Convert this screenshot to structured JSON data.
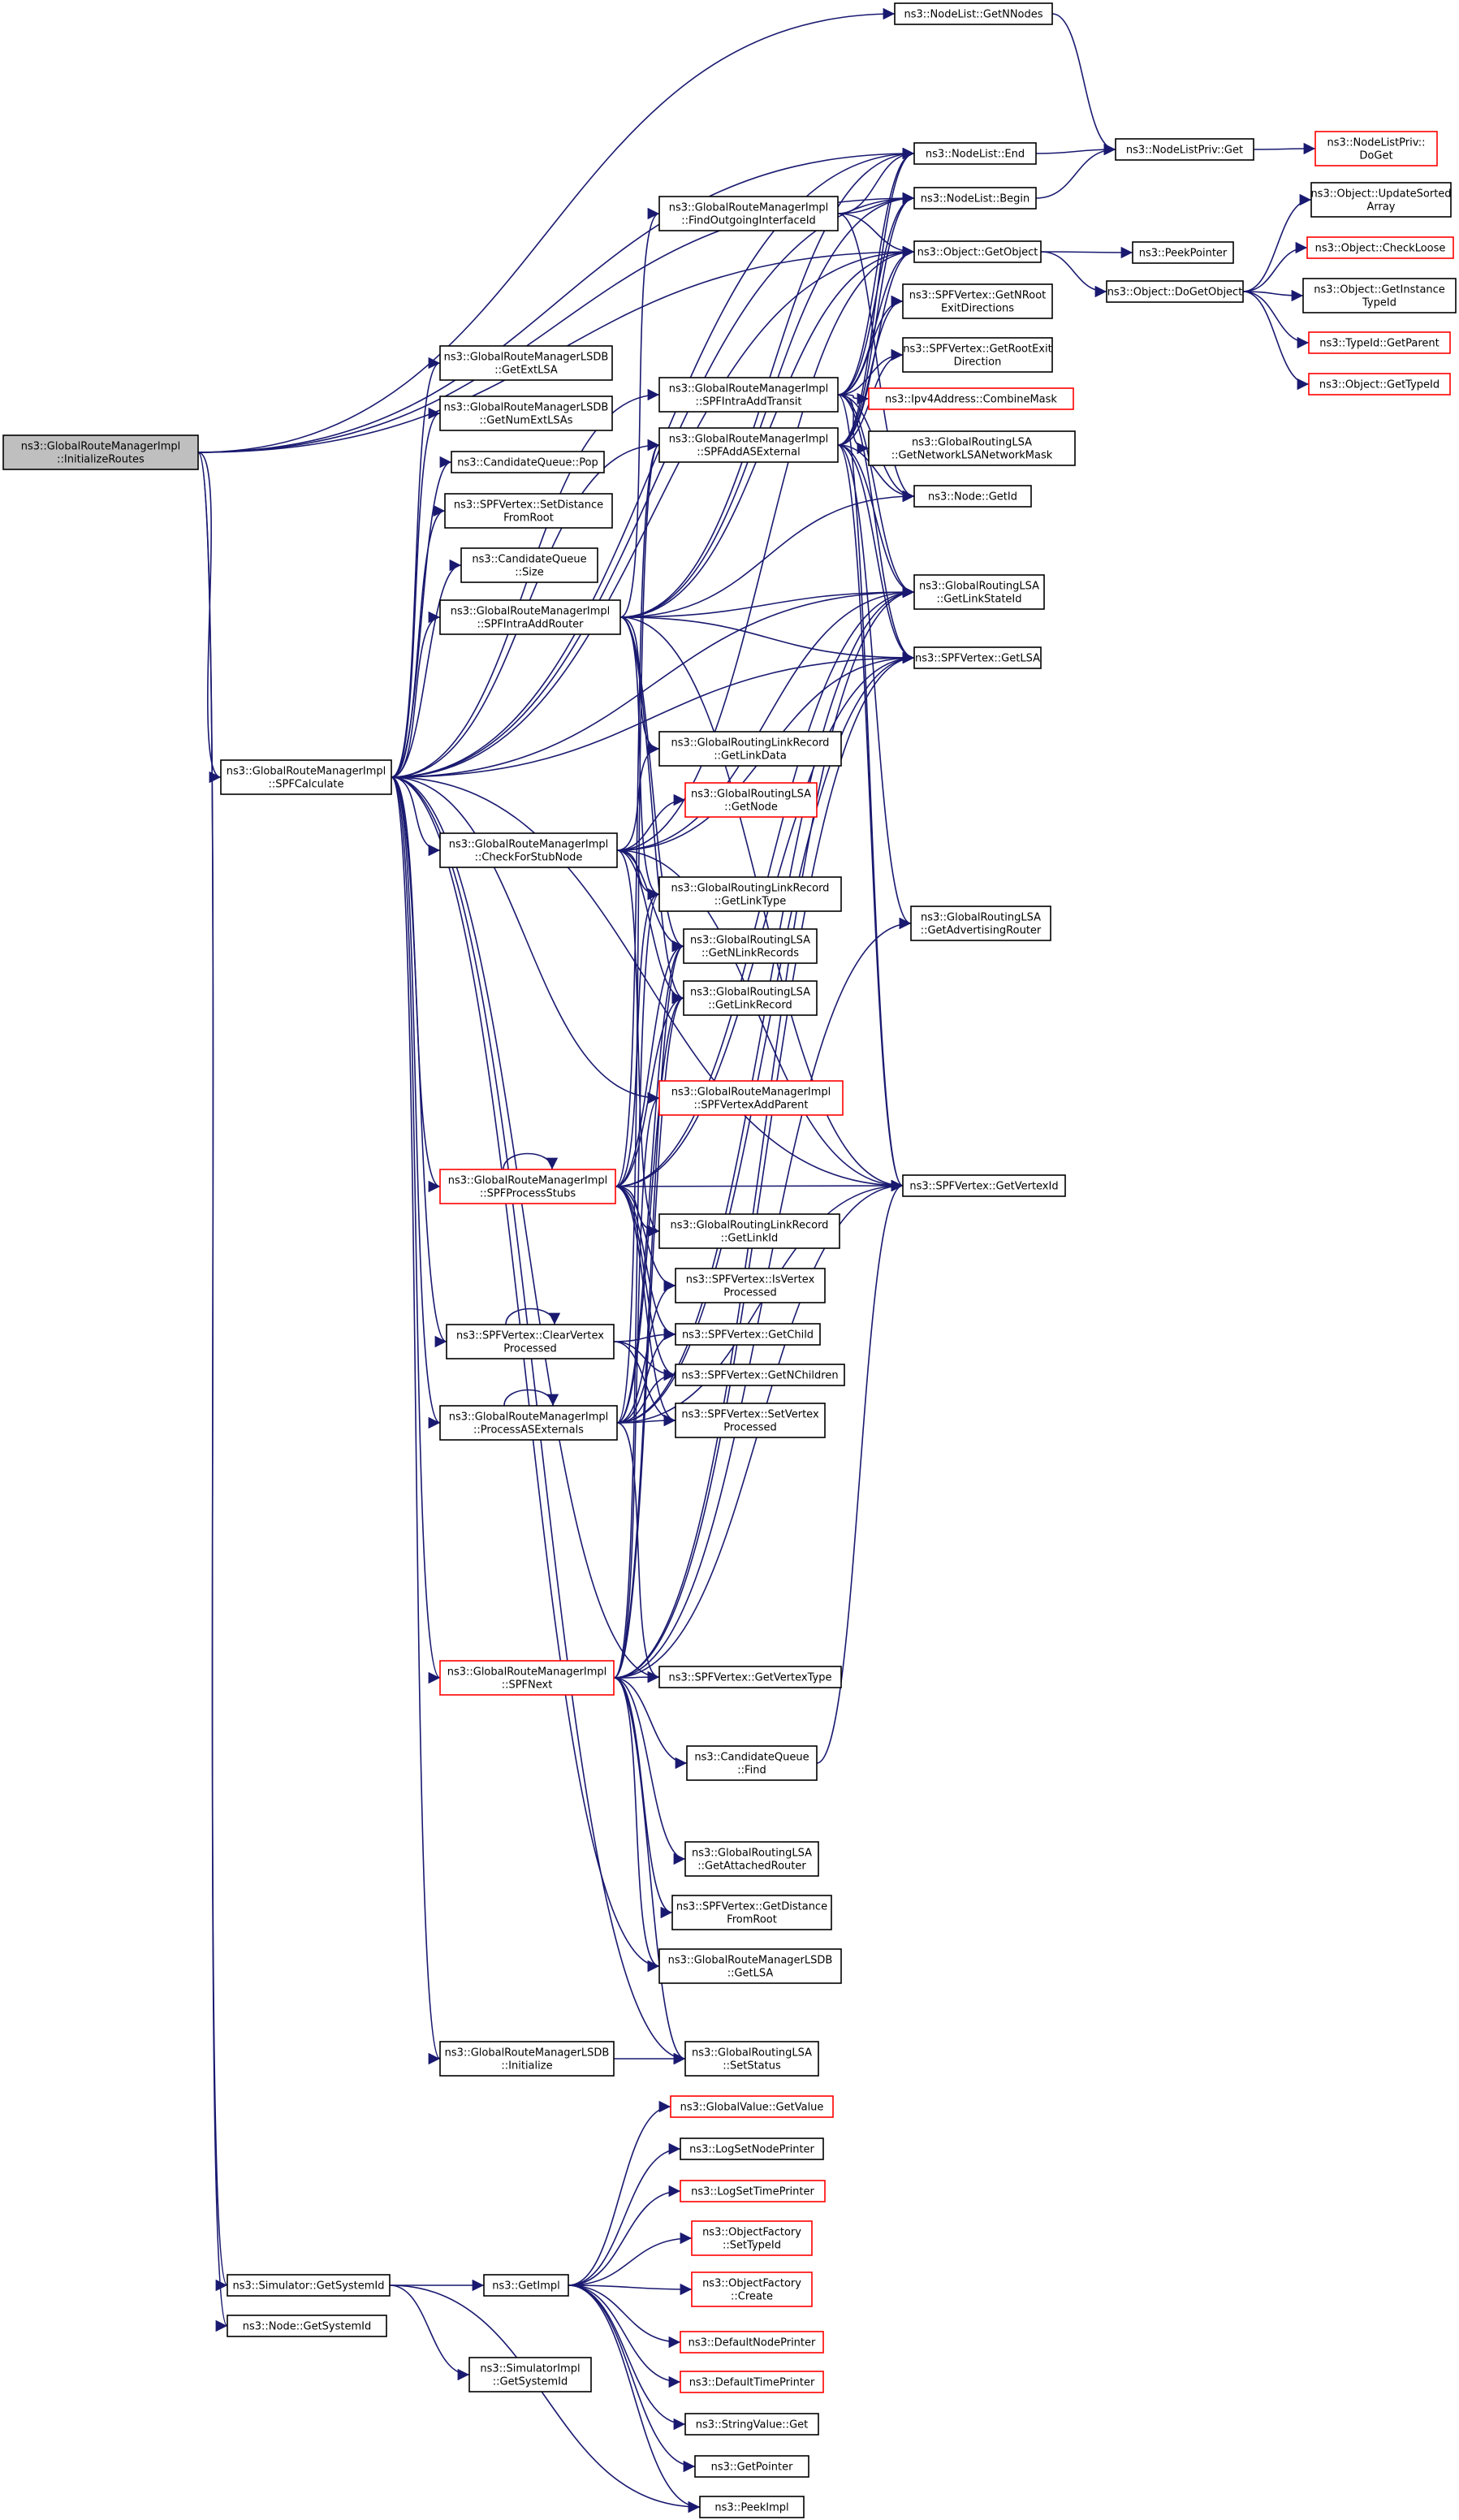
{
  "colors": {
    "edge": "#191970",
    "node_border": "#000000",
    "node_border_highlight": "#ff0000",
    "node_fill": "#ffffff",
    "root_fill": "#bfbfbf"
  },
  "nodes": [
    {
      "id": "n0",
      "lines": [
        "ns3::GlobalRouteManagerImpl",
        "::InitializeRoutes"
      ],
      "style": "root"
    },
    {
      "id": "n1",
      "lines": [
        "ns3::GlobalRouteManagerImpl",
        "::SPFCalculate"
      ],
      "style": "normal"
    },
    {
      "id": "n2",
      "lines": [
        "ns3::NodeList::GetNNodes"
      ],
      "style": "normal"
    },
    {
      "id": "n3",
      "lines": [
        "ns3::NodeList::End"
      ],
      "style": "normal"
    },
    {
      "id": "n4",
      "lines": [
        "ns3::NodeList::Begin"
      ],
      "style": "normal"
    },
    {
      "id": "n5",
      "lines": [
        "ns3::NodeListPriv::Get"
      ],
      "style": "normal"
    },
    {
      "id": "n6",
      "lines": [
        "ns3::NodeListPriv::",
        "DoGet"
      ],
      "style": "red"
    },
    {
      "id": "n7",
      "lines": [
        "ns3::Object::GetObject"
      ],
      "style": "normal"
    },
    {
      "id": "n8",
      "lines": [
        "ns3::PeekPointer"
      ],
      "style": "normal"
    },
    {
      "id": "n9",
      "lines": [
        "ns3::Object::DoGetObject"
      ],
      "style": "normal"
    },
    {
      "id": "n10",
      "lines": [
        "ns3::Object::UpdateSorted",
        "Array"
      ],
      "style": "normal"
    },
    {
      "id": "n11",
      "lines": [
        "ns3::Object::CheckLoose"
      ],
      "style": "red"
    },
    {
      "id": "n12",
      "lines": [
        "ns3::Object::GetInstance",
        "TypeId"
      ],
      "style": "normal"
    },
    {
      "id": "n13",
      "lines": [
        "ns3::TypeId::GetParent"
      ],
      "style": "red"
    },
    {
      "id": "n14",
      "lines": [
        "ns3::Object::GetTypeId"
      ],
      "style": "red"
    },
    {
      "id": "n15",
      "lines": [
        "ns3::GlobalRouteManagerImpl",
        "::FindOutgoingInterfaceId"
      ],
      "style": "normal"
    },
    {
      "id": "n16",
      "lines": [
        "ns3::GlobalRouteManagerLSDB",
        "::GetExtLSA"
      ],
      "style": "normal"
    },
    {
      "id": "n17",
      "lines": [
        "ns3::GlobalRouteManagerLSDB",
        "::GetNumExtLSAs"
      ],
      "style": "normal"
    },
    {
      "id": "n18",
      "lines": [
        "ns3::CandidateQueue::Pop"
      ],
      "style": "normal"
    },
    {
      "id": "n19",
      "lines": [
        "ns3::SPFVertex::SetDistance",
        "FromRoot"
      ],
      "style": "normal"
    },
    {
      "id": "n20",
      "lines": [
        "ns3::CandidateQueue",
        "::Size"
      ],
      "style": "normal"
    },
    {
      "id": "n21",
      "lines": [
        "ns3::GlobalRouteManagerImpl",
        "::SPFIntraAddRouter"
      ],
      "style": "normal"
    },
    {
      "id": "n22",
      "lines": [
        "ns3::GlobalRouteManagerImpl",
        "::SPFIntraAddTransit"
      ],
      "style": "normal"
    },
    {
      "id": "n23",
      "lines": [
        "ns3::GlobalRouteManagerImpl",
        "::SPFAddASExternal"
      ],
      "style": "normal"
    },
    {
      "id": "n24",
      "lines": [
        "ns3::SPFVertex::GetNRoot",
        "ExitDirections"
      ],
      "style": "normal"
    },
    {
      "id": "n25",
      "lines": [
        "ns3::SPFVertex::GetRootExit",
        "Direction"
      ],
      "style": "normal"
    },
    {
      "id": "n26",
      "lines": [
        "ns3::Ipv4Address::CombineMask"
      ],
      "style": "red"
    },
    {
      "id": "n27",
      "lines": [
        "ns3::GlobalRoutingLSA",
        "::GetNetworkLSANetworkMask"
      ],
      "style": "normal"
    },
    {
      "id": "n28",
      "lines": [
        "ns3::Node::GetId"
      ],
      "style": "normal"
    },
    {
      "id": "n29",
      "lines": [
        "ns3::GlobalRoutingLSA",
        "::GetLinkStateId"
      ],
      "style": "normal"
    },
    {
      "id": "n30",
      "lines": [
        "ns3::SPFVertex::GetLSA"
      ],
      "style": "normal"
    },
    {
      "id": "n31",
      "lines": [
        "ns3::GlobalRoutingLinkRecord",
        "::GetLinkData"
      ],
      "style": "normal"
    },
    {
      "id": "n32",
      "lines": [
        "ns3::GlobalRoutingLSA",
        "::GetNode"
      ],
      "style": "red"
    },
    {
      "id": "n33",
      "lines": [
        "ns3::GlobalRouteManagerImpl",
        "::CheckForStubNode"
      ],
      "style": "normal"
    },
    {
      "id": "n34",
      "lines": [
        "ns3::GlobalRoutingLinkRecord",
        "::GetLinkType"
      ],
      "style": "normal"
    },
    {
      "id": "n35",
      "lines": [
        "ns3::GlobalRoutingLSA",
        "::GetNLinkRecords"
      ],
      "style": "normal"
    },
    {
      "id": "n36",
      "lines": [
        "ns3::GlobalRoutingLSA",
        "::GetLinkRecord"
      ],
      "style": "normal"
    },
    {
      "id": "n37",
      "lines": [
        "ns3::GlobalRoutingLSA",
        "::GetAdvertisingRouter"
      ],
      "style": "normal"
    },
    {
      "id": "n38",
      "lines": [
        "ns3::GlobalRouteManagerImpl",
        "::SPFVertexAddParent"
      ],
      "style": "red"
    },
    {
      "id": "n39",
      "lines": [
        "ns3::GlobalRouteManagerImpl",
        "::SPFProcessStubs"
      ],
      "style": "red"
    },
    {
      "id": "n40",
      "lines": [
        "ns3::SPFVertex::GetVertexId"
      ],
      "style": "normal"
    },
    {
      "id": "n41",
      "lines": [
        "ns3::GlobalRoutingLinkRecord",
        "::GetLinkId"
      ],
      "style": "normal"
    },
    {
      "id": "n42",
      "lines": [
        "ns3::SPFVertex::IsVertex",
        "Processed"
      ],
      "style": "normal"
    },
    {
      "id": "n43",
      "lines": [
        "ns3::SPFVertex::ClearVertex",
        "Processed"
      ],
      "style": "normal"
    },
    {
      "id": "n44",
      "lines": [
        "ns3::SPFVertex::GetChild"
      ],
      "style": "normal"
    },
    {
      "id": "n45",
      "lines": [
        "ns3::SPFVertex::GetNChildren"
      ],
      "style": "normal"
    },
    {
      "id": "n46",
      "lines": [
        "ns3::GlobalRouteManagerImpl",
        "::ProcessASExternals"
      ],
      "style": "normal"
    },
    {
      "id": "n47",
      "lines": [
        "ns3::SPFVertex::SetVertex",
        "Processed"
      ],
      "style": "normal"
    },
    {
      "id": "n48",
      "lines": [
        "ns3::GlobalRouteManagerImpl",
        "::SPFNext"
      ],
      "style": "red"
    },
    {
      "id": "n49",
      "lines": [
        "ns3::SPFVertex::GetVertexType"
      ],
      "style": "normal"
    },
    {
      "id": "n50",
      "lines": [
        "ns3::CandidateQueue",
        "::Find"
      ],
      "style": "normal"
    },
    {
      "id": "n51",
      "lines": [
        "ns3::GlobalRoutingLSA",
        "::GetAttachedRouter"
      ],
      "style": "normal"
    },
    {
      "id": "n52",
      "lines": [
        "ns3::SPFVertex::GetDistance",
        "FromRoot"
      ],
      "style": "normal"
    },
    {
      "id": "n53",
      "lines": [
        "ns3::GlobalRouteManagerLSDB",
        "::GetLSA"
      ],
      "style": "normal"
    },
    {
      "id": "n54",
      "lines": [
        "ns3::GlobalRouteManagerLSDB",
        "::Initialize"
      ],
      "style": "normal"
    },
    {
      "id": "n55",
      "lines": [
        "ns3::GlobalRoutingLSA",
        "::SetStatus"
      ],
      "style": "normal"
    },
    {
      "id": "n56",
      "lines": [
        "ns3::Simulator::GetSystemId"
      ],
      "style": "normal"
    },
    {
      "id": "n57",
      "lines": [
        "ns3::Node::GetSystemId"
      ],
      "style": "normal"
    },
    {
      "id": "n58",
      "lines": [
        "ns3::GetImpl"
      ],
      "style": "normal"
    },
    {
      "id": "n59",
      "lines": [
        "ns3::SimulatorImpl",
        "::GetSystemId"
      ],
      "style": "normal"
    },
    {
      "id": "n60",
      "lines": [
        "ns3::GlobalValue::GetValue"
      ],
      "style": "red"
    },
    {
      "id": "n61",
      "lines": [
        "ns3::LogSetNodePrinter"
      ],
      "style": "normal"
    },
    {
      "id": "n62",
      "lines": [
        "ns3::LogSetTimePrinter"
      ],
      "style": "red"
    },
    {
      "id": "n63",
      "lines": [
        "ns3::ObjectFactory",
        "::SetTypeId"
      ],
      "style": "red"
    },
    {
      "id": "n64",
      "lines": [
        "ns3::ObjectFactory",
        "::Create"
      ],
      "style": "red"
    },
    {
      "id": "n65",
      "lines": [
        "ns3::DefaultNodePrinter"
      ],
      "style": "red"
    },
    {
      "id": "n66",
      "lines": [
        "ns3::DefaultTimePrinter"
      ],
      "style": "red"
    },
    {
      "id": "n67",
      "lines": [
        "ns3::StringValue::Get"
      ],
      "style": "normal"
    },
    {
      "id": "n68",
      "lines": [
        "ns3::GetPointer"
      ],
      "style": "normal"
    },
    {
      "id": "n69",
      "lines": [
        "ns3::PeekImpl"
      ],
      "style": "normal"
    }
  ]
}
